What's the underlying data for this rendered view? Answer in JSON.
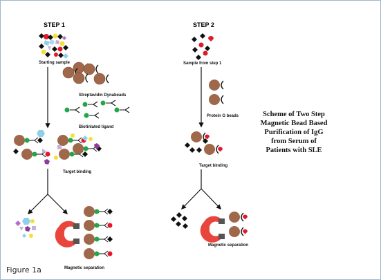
{
  "step1": {
    "title": "STEP 1",
    "starting_sample": "Starting sample",
    "beads_label": "Streptavidin Dynabeads",
    "ligand_label": "Biotinlated ligand",
    "target_binding": "Target binding",
    "separation": "Magnetic separation"
  },
  "step2": {
    "title": "STEP 2",
    "sample_label": "Sample from step 1",
    "beads_label": "Protein G beads",
    "target_binding": "Target binding",
    "separation": "Magnetic separation"
  },
  "caption": "Scheme of Two Step Magnetic Bead Based Purification of IgG from Serum of Patients  with SLE",
  "figure_label": "Figure 1a",
  "colors": {
    "bead": "#a0684a",
    "ligand_green": "#22a64a",
    "target_red": "#e0192b",
    "magnet_red": "#e8453c",
    "magnet_tip": "#555555",
    "arrow": "#111111",
    "frame_border": "#9fb6cd"
  }
}
